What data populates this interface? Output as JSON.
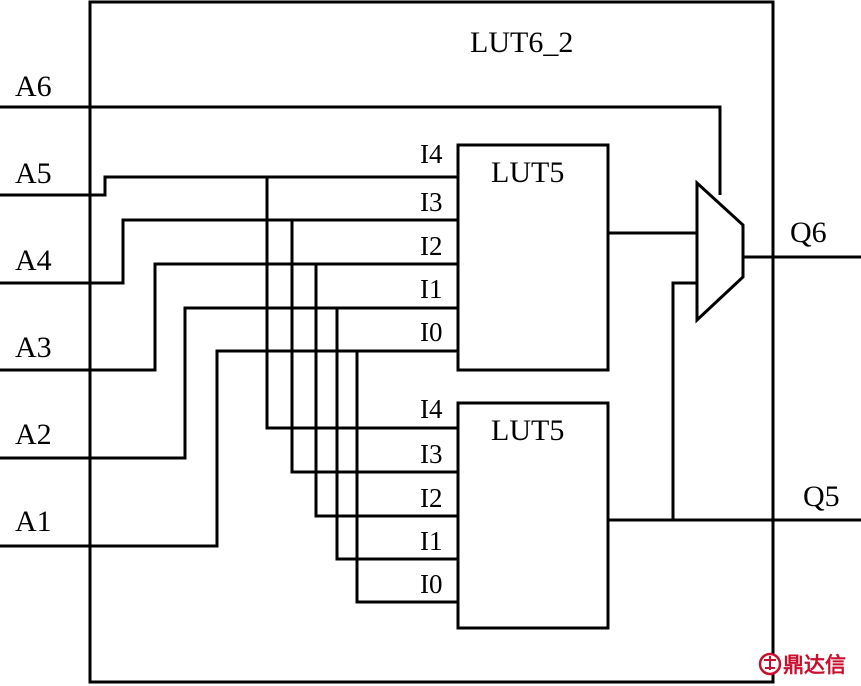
{
  "diagram": {
    "block_label": "LUT6_2",
    "inputs": [
      "A6",
      "A5",
      "A4",
      "A3",
      "A2",
      "A1"
    ],
    "outputs": [
      "Q6",
      "Q5"
    ],
    "lut_upper": {
      "label": "LUT5",
      "pins": [
        "I4",
        "I3",
        "I2",
        "I1",
        "I0"
      ]
    },
    "lut_lower": {
      "label": "LUT5",
      "pins": [
        "I4",
        "I3",
        "I2",
        "I1",
        "I0"
      ]
    }
  },
  "watermark": {
    "text": "鼎达信",
    "color": "#c8102e"
  }
}
